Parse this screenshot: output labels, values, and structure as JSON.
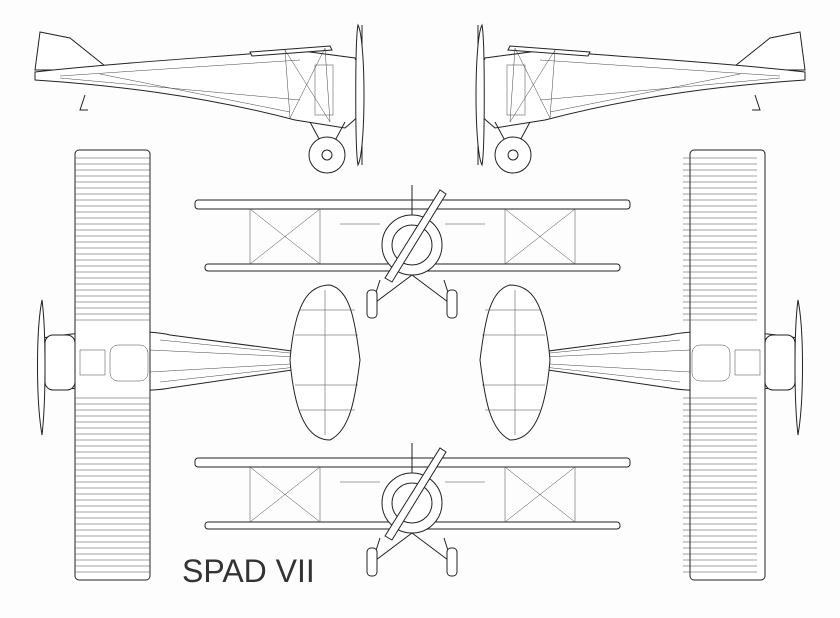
{
  "drawing": {
    "title": "SPAD VII",
    "views": [
      "side-view-left",
      "side-view-right",
      "top-view",
      "bottom-view",
      "front-view",
      "rear-view"
    ],
    "line_color": "#222222",
    "background_color": "#fdfdfd"
  }
}
